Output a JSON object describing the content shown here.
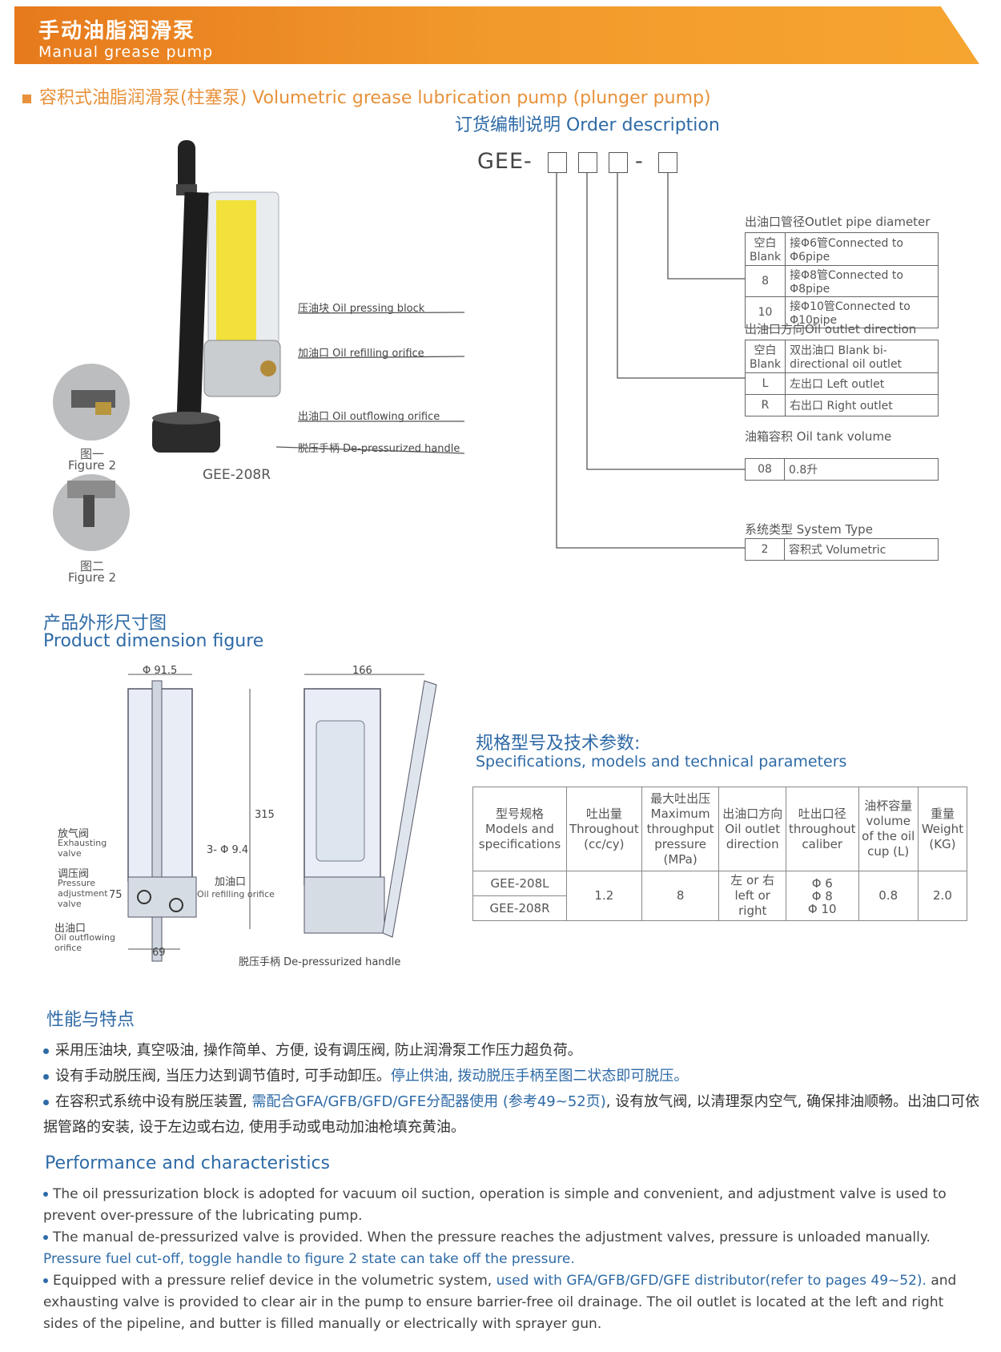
{
  "header": {
    "title_cn": "手动油脂润滑泵",
    "title_en": "Manual grease pump"
  },
  "section": {
    "title": "容积式油脂润滑泵(柱塞泵) Volumetric grease lubrication pump (plunger pump)"
  },
  "order": {
    "title": "订货编制说明 Order description",
    "code_prefix": "GEE-",
    "dash": "-",
    "outlet_pipe": {
      "caption": "出油口管径Outlet pipe diameter",
      "rows": [
        {
          "key": "空白 Blank",
          "value": "接Φ6管Connected to Φ6pipe"
        },
        {
          "key": "8",
          "value": "接Φ8管Connected to Φ8pipe"
        },
        {
          "key": "10",
          "value": "接Φ10管Connected to Φ10pipe"
        }
      ]
    },
    "outlet_direction": {
      "caption": "出油口方向Oil outlet direction",
      "rows": [
        {
          "key": "空白 Blank",
          "value": "双出油口 Blank bi-directional oil outlet"
        },
        {
          "key": "L",
          "value": "左出口 Left outlet"
        },
        {
          "key": "R",
          "value": "右出口 Right outlet"
        }
      ]
    },
    "tank": {
      "caption": "油箱容积 Oil tank volume",
      "key": "08",
      "value": "0.8升"
    },
    "system": {
      "caption": "系统类型 System Type",
      "key": "2",
      "value": "容积式 Volumetric"
    }
  },
  "product": {
    "callouts": [
      "压油块 Oil pressing block",
      "加油口 Oil refilling orifice",
      "出油口 Oil outflowing orifice",
      "脱压手柄 De-pressurized handle"
    ],
    "model": "GEE-208R",
    "fig1_cn": "图一",
    "fig1_en": "Figure 2",
    "fig2_cn": "图二",
    "fig2_en": "Figure 2"
  },
  "dimension": {
    "title_cn": "产品外形尺寸图",
    "title_en": "Product dimension figure",
    "labels": {
      "d1": "Φ 91.5",
      "d2": "166",
      "d3": "315",
      "d4": "3- Φ 9.4",
      "d5": "75",
      "d6": "69",
      "exhaust_cn": "放气阀",
      "exhaust_en": "Exhausting valve",
      "adjust_cn": "调压阀",
      "adjust_en": "Pressure adjustment valve",
      "outflow_cn": "出油口",
      "outflow_en": "Oil outflowing orifice",
      "refill_cn": "加油口",
      "refill_en": "Oil refilling orifice",
      "handle": "脱压手柄 De-pressurized handle"
    }
  },
  "specs": {
    "title_cn": "规格型号及技术参数:",
    "title_en": "Specifications, models and technical parameters",
    "headers": [
      "型号规格 Models and specifications",
      "吐出量 Throughout (cc/cy)",
      "最大吐出压 Maximum throughput pressure (MPa)",
      "出油口方向 Oil outlet direction",
      "吐出口径 throughout caliber",
      "油杯容量 volume of the oil cup (L)",
      "重量 Weight (KG)"
    ],
    "models": [
      "GEE-208L",
      "GEE-208R"
    ],
    "throughput": "1.2",
    "pressure": "8",
    "direction": "左 or 右 left or right",
    "caliber": [
      "Φ 6",
      "Φ 8",
      "Φ 10"
    ],
    "volume": "0.8",
    "weight": "2.0"
  },
  "performance": {
    "title_cn": "性能与特点",
    "bullets_cn": [
      {
        "a": "采用压油块, 真空吸油, 操作简单、方便, 设有调压阀, 防止润滑泵工作压力超负荷。",
        "b": ""
      },
      {
        "a": "设有手动脱压阀, 当压力达到调节值时, 可手动卸压。",
        "b": "停止供油, 拨动脱压手柄至图二状态即可脱压。"
      },
      {
        "a": "在容积式系统中设有脱压装置, ",
        "b": "需配合GFA/GFB/GFD/GFE分配器使用 (参考49~52页)",
        "c": ", 设有放气阀, 以清理泵内空气, 确保排油顺畅。出油口可依据管路的安装, 设于左边或右边, 使用手动或电动加油枪填充黄油。"
      }
    ],
    "title_en": "Performance and characteristics",
    "bullets_en": [
      {
        "a": "The oil pressurization block is adopted for vacuum oil suction, operation is simple and convenient, and adjustment valve is used to prevent over-pressure of the lubricating pump.",
        "b": ""
      },
      {
        "a": "The manual de-pressurized valve is provided. When the pressure reaches the adjustment valves, pressure is unloaded manually.",
        "b": "Pressure fuel cut-off, toggle handle to figure 2 state can take off the pressure."
      },
      {
        "a": "Equipped with a pressure relief device in the volumetric system, ",
        "b": "used with GFA/GFB/GFD/GFE distributor(refer to pages 49~52).",
        "c": "  and exhausting valve is provided to clear air in the pump to ensure barrier-free oil drainage. The oil outlet is located at the left and right sides of the pipeline, and butter is filled manually or electrically with sprayer gun."
      }
    ]
  },
  "colors": {
    "accent": "#f29a2c",
    "blue": "#2e6aa6"
  }
}
